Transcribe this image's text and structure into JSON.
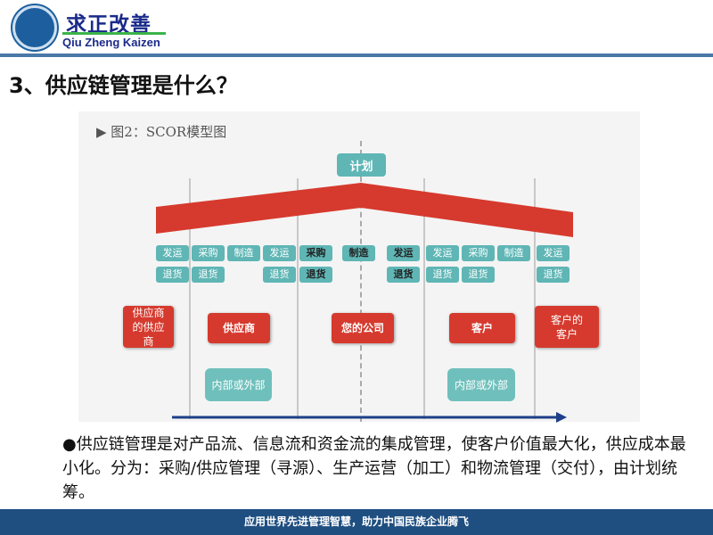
{
  "logo": {
    "cn": "求正改善",
    "en": "Qiu Zheng Kaizen"
  },
  "title": "3、供应链管理是什么？",
  "figure": {
    "caption": "▶ 图2：SCOR模型图",
    "plan": "计划",
    "row1": [
      "发运",
      "采购",
      "制造",
      "发运",
      "采购",
      "制造",
      "发运",
      "发运",
      "采购",
      "制造",
      "发运"
    ],
    "row2": [
      "退货",
      "退货",
      "退货",
      "退货",
      "退货",
      "退货",
      "退货",
      "退货"
    ],
    "entities": [
      "供应商的供应商",
      "供应商",
      "您的公司",
      "客户",
      "客户的客户"
    ],
    "internal_external": [
      "内部或外部",
      "内部或外部"
    ]
  },
  "body": "●供应链管理是对产品流、信息流和资金流的集成管理，使客户价值最大化，供应成本最小化。分为：采购/供应管理（寻源）、生产运营（加工）和物流管理（交付），由计划统筹。",
  "footer": "应用世界先进管理智慧，助力中国民族企业腾飞",
  "colors": {
    "red": "#d63a2e",
    "teal": "#5fb6b5",
    "footer": "#1f4f80"
  }
}
